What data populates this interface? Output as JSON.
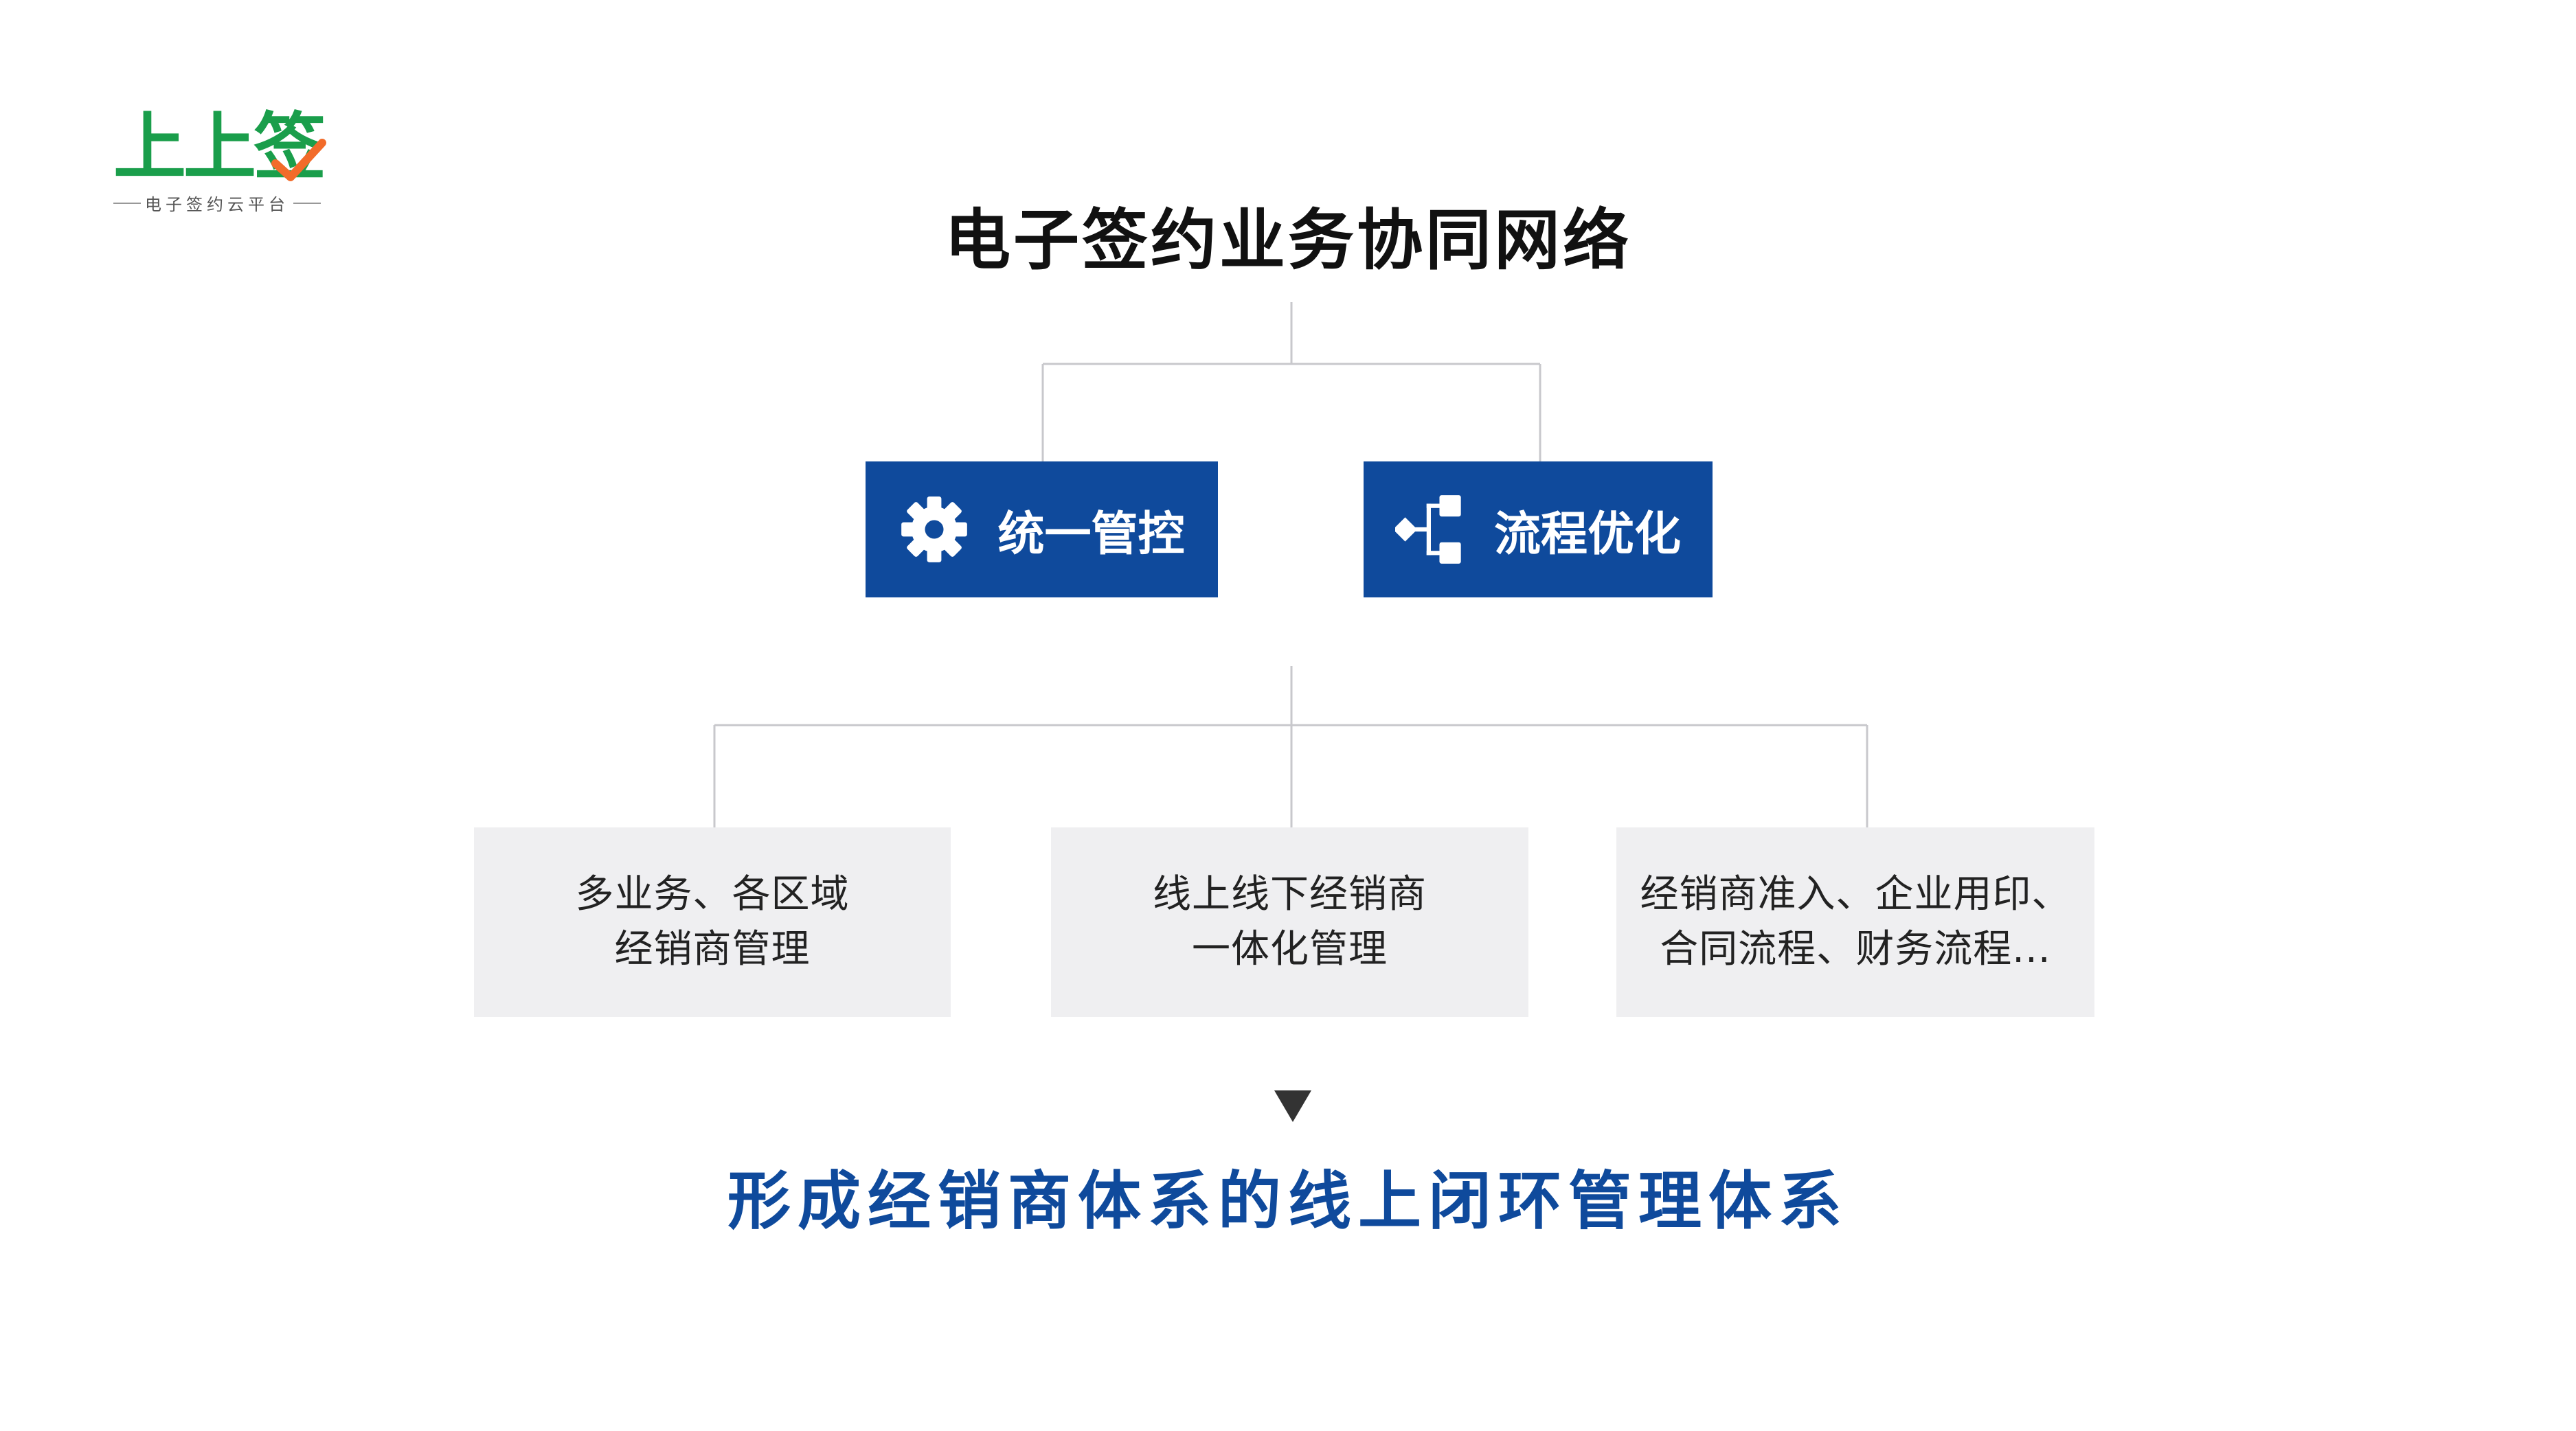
{
  "logo": {
    "mark": "上上签",
    "tagline": "电子签约云平台"
  },
  "title": "电子签约业务协同网络",
  "pillars": [
    {
      "label": "统一管控",
      "icon": "gear-icon"
    },
    {
      "label": "流程优化",
      "icon": "workflow-icon"
    }
  ],
  "capabilities": [
    {
      "line1": "多业务、各区域",
      "line2": "经销商管理"
    },
    {
      "line1": "线上线下经销商",
      "line2": "一体化管理"
    },
    {
      "line1": "经销商准入、企业用印、",
      "line2": "合同流程、财务流程..."
    }
  ],
  "conclusion": "形成经销商体系的线上闭环管理体系",
  "colors": {
    "brand_green": "#1a9e4b",
    "accent_orange": "#f26b2a",
    "primary_blue": "#0f4a9c",
    "box_gray": "#efeff1",
    "connector_gray": "#c8c8cc"
  }
}
